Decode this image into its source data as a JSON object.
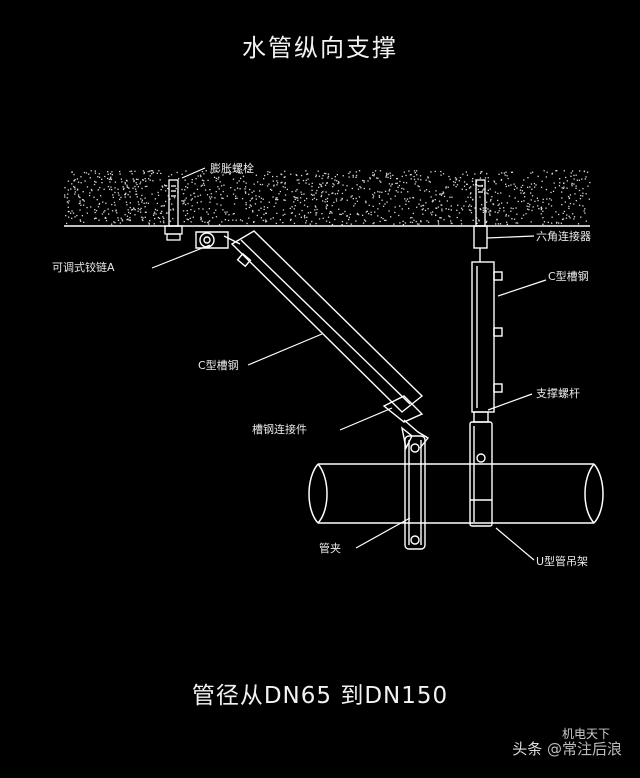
{
  "title": "水管纵向支撑",
  "footer": "管径从DN65 到DN150",
  "labels": {
    "expansion_bolt": "膨胀螺栓",
    "adjustable_hinge": "可调式铰链A",
    "c_channel_left": "C型槽钢",
    "channel_connector": "槽钢连接件",
    "pipe_clamp": "管夹",
    "hex_connector": "六角连接器",
    "c_channel_right": "C型槽钢",
    "support_rod": "支撑螺杆",
    "u_hanger": "U型管吊架"
  },
  "watermark": {
    "source": "头条",
    "handle": "@常注后浪",
    "overlay": "机电天下"
  },
  "colors": {
    "background": "#000000",
    "line": "#ffffff",
    "concrete_dots": "#d9d9d9"
  }
}
